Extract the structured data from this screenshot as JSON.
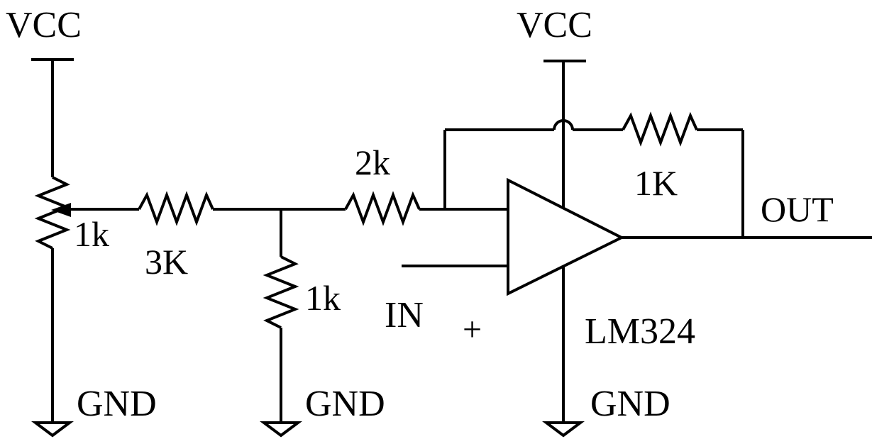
{
  "labels": {
    "vcc_left": "VCC",
    "vcc_right": "VCC",
    "pot_value": "1k",
    "r_series_value": "3K",
    "r_divider_value": "1k",
    "r_input_value": "2k",
    "r_feedback_value": "1K",
    "output": "OUT",
    "input": "IN",
    "plus_sign": "+",
    "opamp": "LM324",
    "gnd_left": "GND",
    "gnd_middle": "GND",
    "gnd_right": "GND"
  }
}
